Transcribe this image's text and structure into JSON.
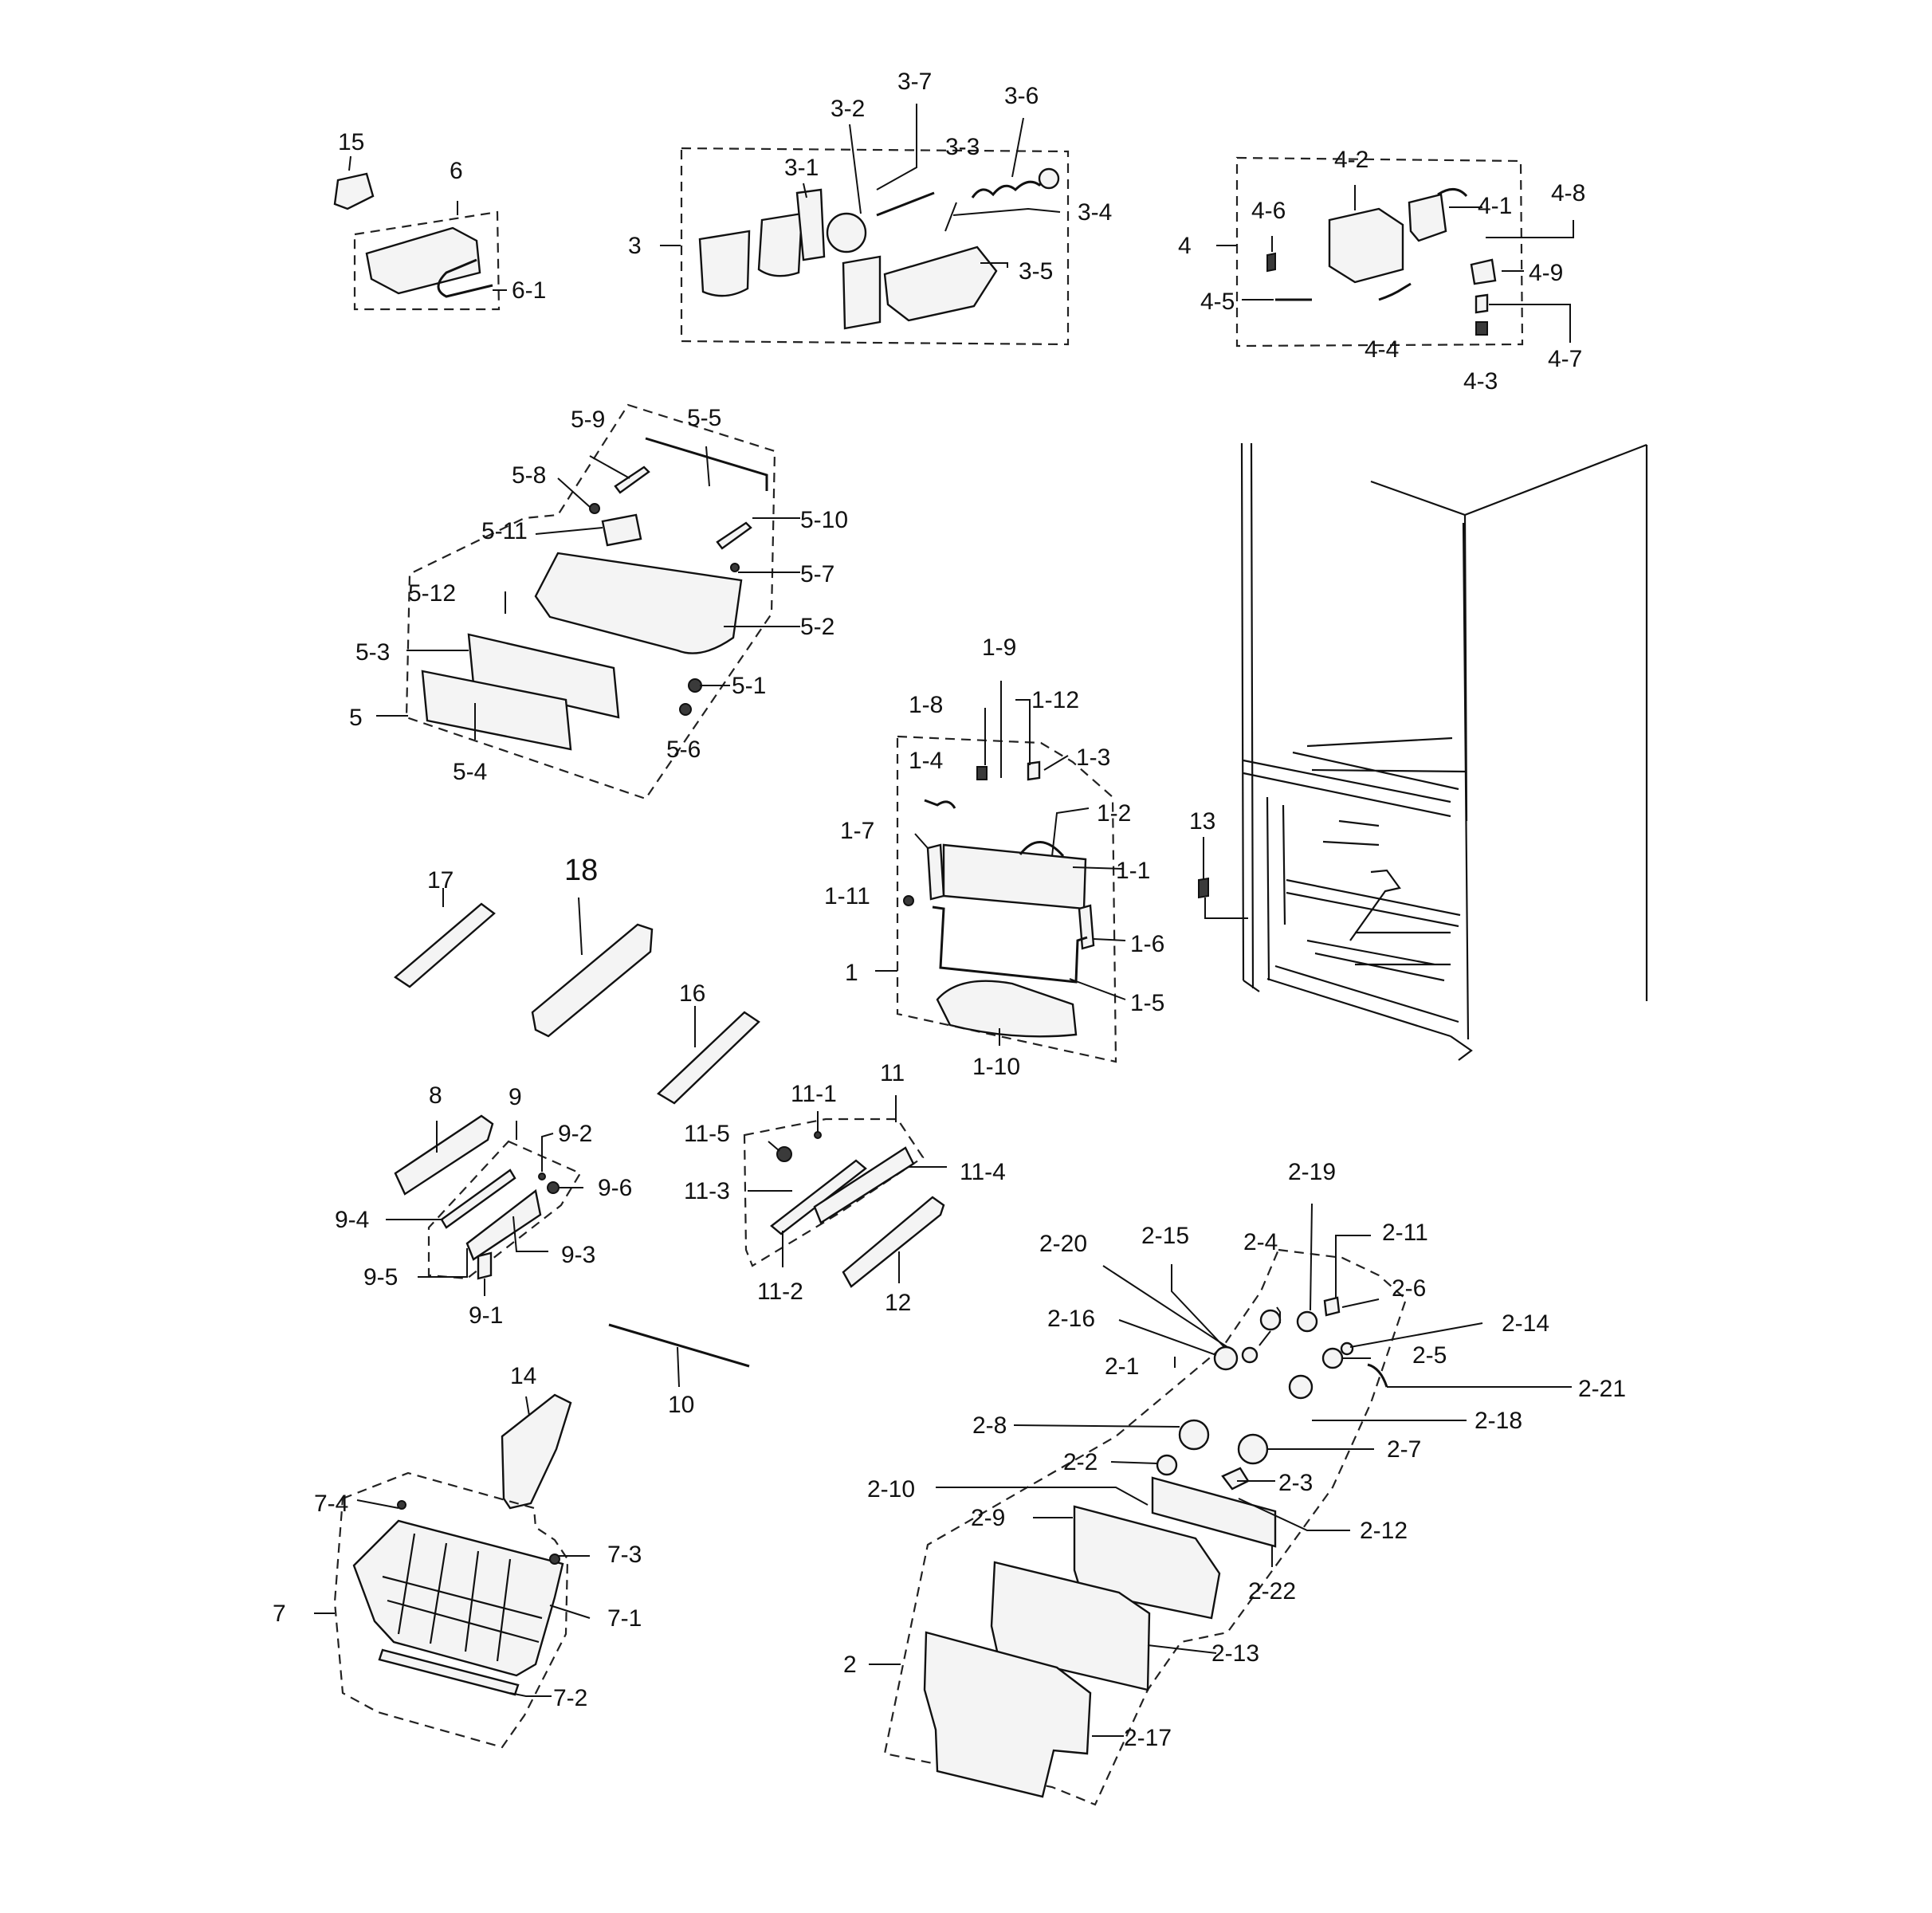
{
  "labels": {
    "15": "15",
    "6": "6",
    "6-1": "6-1",
    "3": "3",
    "3-1": "3-1",
    "3-2": "3-2",
    "3-3": "3-3",
    "3-4": "3-4",
    "3-5": "3-5",
    "3-6": "3-6",
    "3-7": "3-7",
    "4": "4",
    "4-1": "4-1",
    "4-2": "4-2",
    "4-3": "4-3",
    "4-4": "4-4",
    "4-5": "4-5",
    "4-6": "4-6",
    "4-7": "4-7",
    "4-8": "4-8",
    "4-9": "4-9",
    "5": "5",
    "5-1": "5-1",
    "5-2": "5-2",
    "5-3": "5-3",
    "5-4": "5-4",
    "5-5": "5-5",
    "5-6": "5-6",
    "5-7": "5-7",
    "5-8": "5-8",
    "5-9": "5-9",
    "5-10": "5-10",
    "5-11": "5-11",
    "5-12": "5-12",
    "1": "1",
    "1-1": "1-1",
    "1-2": "1-2",
    "1-3": "1-3",
    "1-4": "1-4",
    "1-5": "1-5",
    "1-6": "1-6",
    "1-7": "1-7",
    "1-8": "1-8",
    "1-9": "1-9",
    "1-10": "1-10",
    "1-11": "1-11",
    "1-12": "1-12",
    "13": "13",
    "17": "17",
    "18": "18",
    "16": "16",
    "8": "8",
    "9": "9",
    "9-1": "9-1",
    "9-2": "9-2",
    "9-3": "9-3",
    "9-4": "9-4",
    "9-5": "9-5",
    "9-6": "9-6",
    "11": "11",
    "11-1": "11-1",
    "11-2": "11-2",
    "11-3": "11-3",
    "11-4": "11-4",
    "11-5": "11-5",
    "12": "12",
    "10": "10",
    "14": "14",
    "7": "7",
    "7-1": "7-1",
    "7-2": "7-2",
    "7-3": "7-3",
    "7-4": "7-4",
    "2": "2",
    "2-1": "2-1",
    "2-2": "2-2",
    "2-3": "2-3",
    "2-4": "2-4",
    "2-5": "2-5",
    "2-6": "2-6",
    "2-7": "2-7",
    "2-8": "2-8",
    "2-9": "2-9",
    "2-10": "2-10",
    "2-11": "2-11",
    "2-12": "2-12",
    "2-13": "2-13",
    "2-14": "2-14",
    "2-15": "2-15",
    "2-16": "2-16",
    "2-17": "2-17",
    "2-18": "2-18",
    "2-19": "2-19",
    "2-20": "2-20",
    "2-21": "2-21",
    "2-22": "2-22"
  }
}
